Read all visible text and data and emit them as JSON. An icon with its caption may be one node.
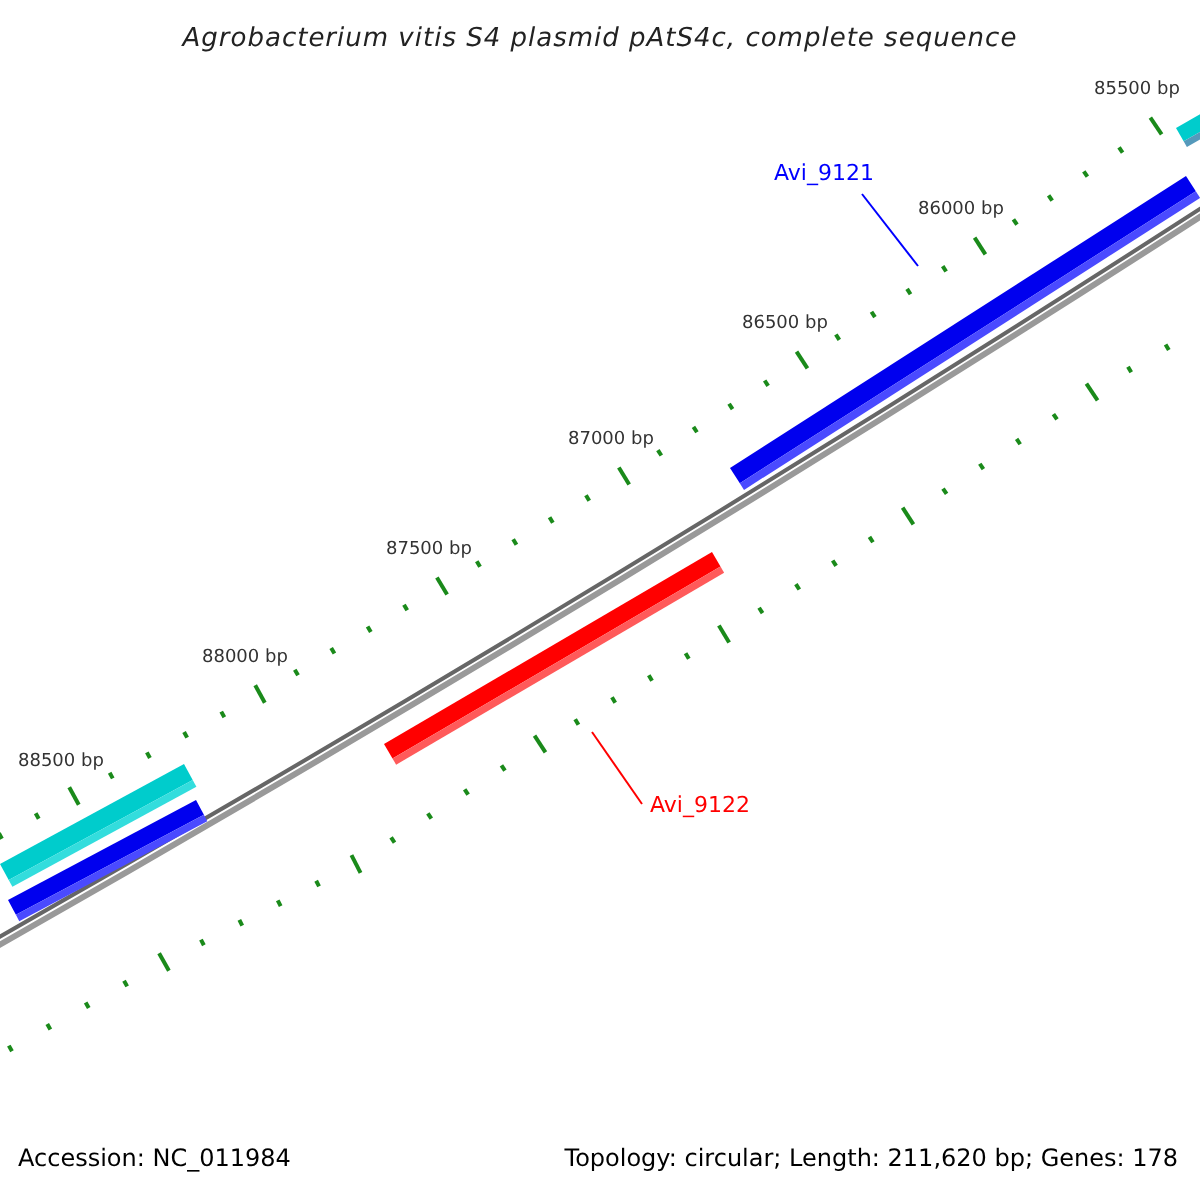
{
  "diagram": {
    "title": "Agrobacterium vitis S4 plasmid pAtS4c, complete sequence",
    "nodes": [
      {
        "text": [
          "Avi_9121"
        ]
      },
      {
        "text": [],
        "shape": "bar"
      },
      {
        "text": [
          "Avi_9122"
        ]
      },
      {
        "text": [],
        "shape": "bar"
      }
    ],
    "edges": [
      {
        "from": 0,
        "to": 1,
        "arrow": "none",
        "color": "#0000ff"
      },
      {
        "from": 2,
        "to": 3,
        "arrow": "none",
        "color": "#ff0000"
      }
    ],
    "labels": [
      "85500 bp",
      "86000 bp",
      "86500 bp",
      "87000 bp",
      "87500 bp",
      "88000 bp",
      "88500 bp",
      "Accession: NC_011984",
      "Topology: circular; Length: 211,620 bp; Genes: 178"
    ]
  }
}
